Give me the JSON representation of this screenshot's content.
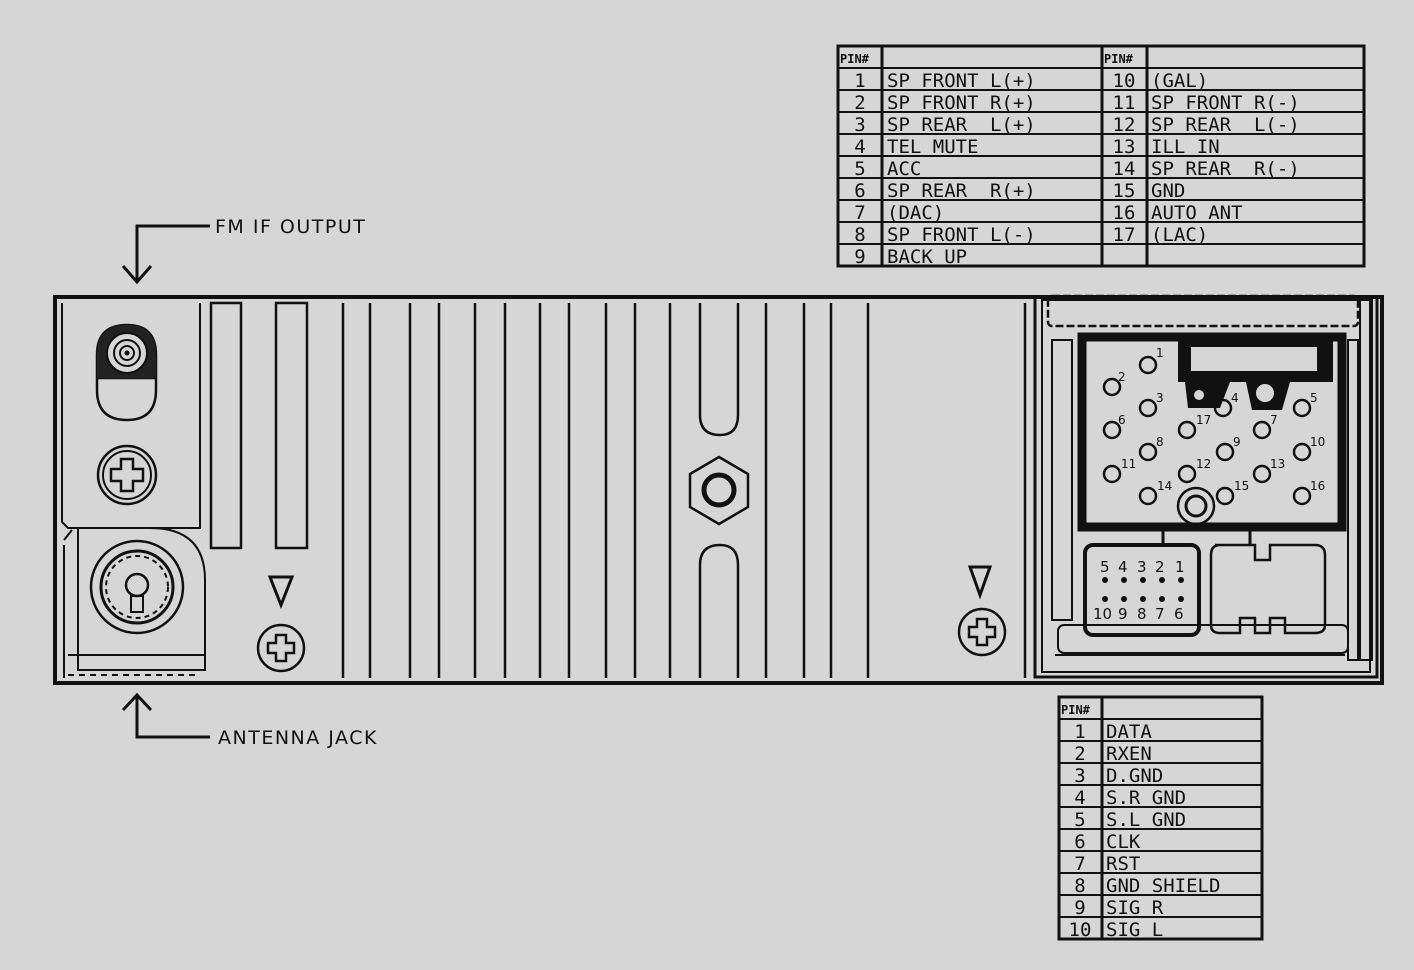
{
  "callouts": {
    "fm_if_output": "FM IF OUTPUT",
    "antenna_jack": "ANTENNA JACK"
  },
  "main_connector_table": {
    "header_pin": "PIN#",
    "left_column": [
      {
        "pin": "1",
        "signal": "SP FRONT L(+)"
      },
      {
        "pin": "2",
        "signal": "SP FRONT R(+)"
      },
      {
        "pin": "3",
        "signal": "SP REAR  L(+)"
      },
      {
        "pin": "4",
        "signal": "TEL MUTE"
      },
      {
        "pin": "5",
        "signal": "ACC"
      },
      {
        "pin": "6",
        "signal": "SP REAR  R(+)"
      },
      {
        "pin": "7",
        "signal": "(DAC)"
      },
      {
        "pin": "8",
        "signal": "SP FRONT L(-)"
      },
      {
        "pin": "9",
        "signal": "BACK UP"
      }
    ],
    "right_column": [
      {
        "pin": "10",
        "signal": "(GAL)"
      },
      {
        "pin": "11",
        "signal": "SP FRONT R(-)"
      },
      {
        "pin": "12",
        "signal": "SP REAR  L(-)"
      },
      {
        "pin": "13",
        "signal": "ILL IN"
      },
      {
        "pin": "14",
        "signal": "SP REAR  R(-)"
      },
      {
        "pin": "15",
        "signal": "GND"
      },
      {
        "pin": "16",
        "signal": "AUTO ANT"
      },
      {
        "pin": "17",
        "signal": "(LAC)"
      },
      {
        "pin": "",
        "signal": ""
      }
    ]
  },
  "aux_connector_table": {
    "header_pin": "PIN#",
    "rows": [
      {
        "pin": "1",
        "signal": "DATA"
      },
      {
        "pin": "2",
        "signal": "RXEN"
      },
      {
        "pin": "3",
        "signal": "D.GND"
      },
      {
        "pin": "4",
        "signal": "S.R GND"
      },
      {
        "pin": "5",
        "signal": "S.L GND"
      },
      {
        "pin": "6",
        "signal": "CLK"
      },
      {
        "pin": "7",
        "signal": "RST"
      },
      {
        "pin": "8",
        "signal": "GND SHIELD"
      },
      {
        "pin": "9",
        "signal": "SIG R"
      },
      {
        "pin": "10",
        "signal": "SIG L"
      }
    ]
  },
  "main_connector_pins": [
    "1",
    "2",
    "3",
    "4",
    "5",
    "6",
    "7",
    "8",
    "9",
    "10",
    "11",
    "12",
    "13",
    "14",
    "15",
    "16",
    "17"
  ],
  "aux_connector_pins": {
    "top_row": [
      "5",
      "4",
      "3",
      "2",
      "1"
    ],
    "bottom_row": [
      "10",
      "9",
      "8",
      "7",
      "6"
    ]
  },
  "colors": {
    "background": "#d6d6d6",
    "ink": "#111111"
  }
}
